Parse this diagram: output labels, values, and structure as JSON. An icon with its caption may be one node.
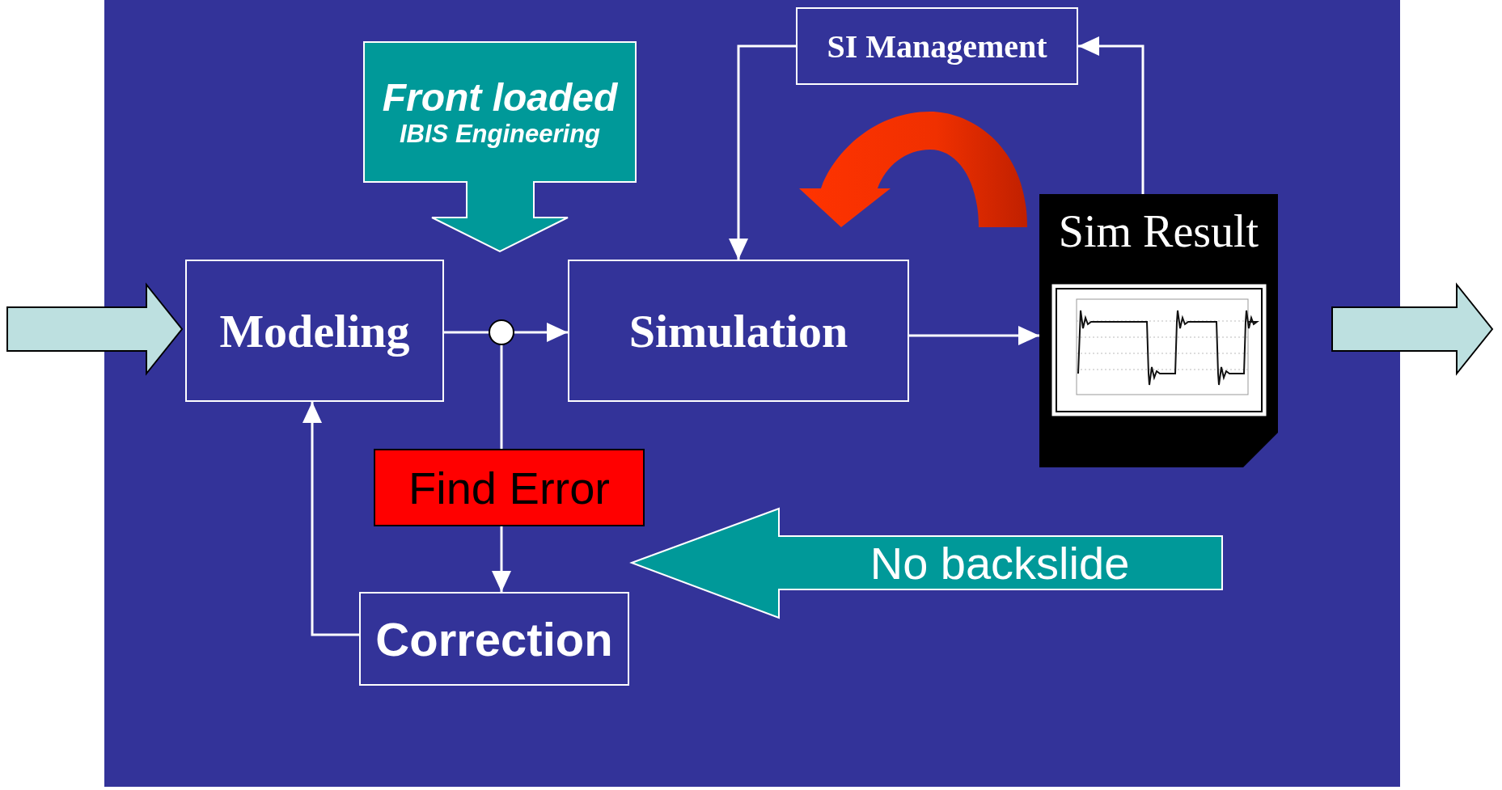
{
  "diagram": {
    "nodes": [
      {
        "text": [
          "SI Management"
        ]
      },
      {
        "text": [
          "Front loaded",
          "IBIS Engineering"
        ]
      },
      {
        "text": [
          "Modeling"
        ]
      },
      {
        "text": [],
        "shape": "circle"
      },
      {
        "text": [
          "Simulation"
        ]
      },
      {
        "text": [
          "Sim Result"
        ]
      },
      {
        "text": [
          "Find Error"
        ]
      },
      {
        "text": [
          "No backslide"
        ]
      },
      {
        "text": [
          "Correction"
        ]
      },
      {
        "text": [],
        "shape": "arrow"
      },
      {
        "text": [],
        "shape": "arrow"
      }
    ],
    "edges": [
      {
        "from": 2,
        "to": 3,
        "arrow": "none"
      },
      {
        "from": 3,
        "to": 4,
        "arrow": "to"
      },
      {
        "from": 3,
        "to": 6,
        "arrow": "none"
      },
      {
        "from": 6,
        "to": 8,
        "arrow": "to"
      },
      {
        "from": 8,
        "to": 2,
        "arrow": "to"
      },
      {
        "from": 4,
        "to": 5,
        "arrow": "to"
      },
      {
        "from": 5,
        "to": 0,
        "arrow": "to"
      },
      {
        "from": 0,
        "to": 4,
        "arrow": "to"
      },
      {
        "from": 5,
        "to": 4,
        "arrow": "to",
        "style": "thick",
        "color": "#ff3300"
      }
    ]
  }
}
